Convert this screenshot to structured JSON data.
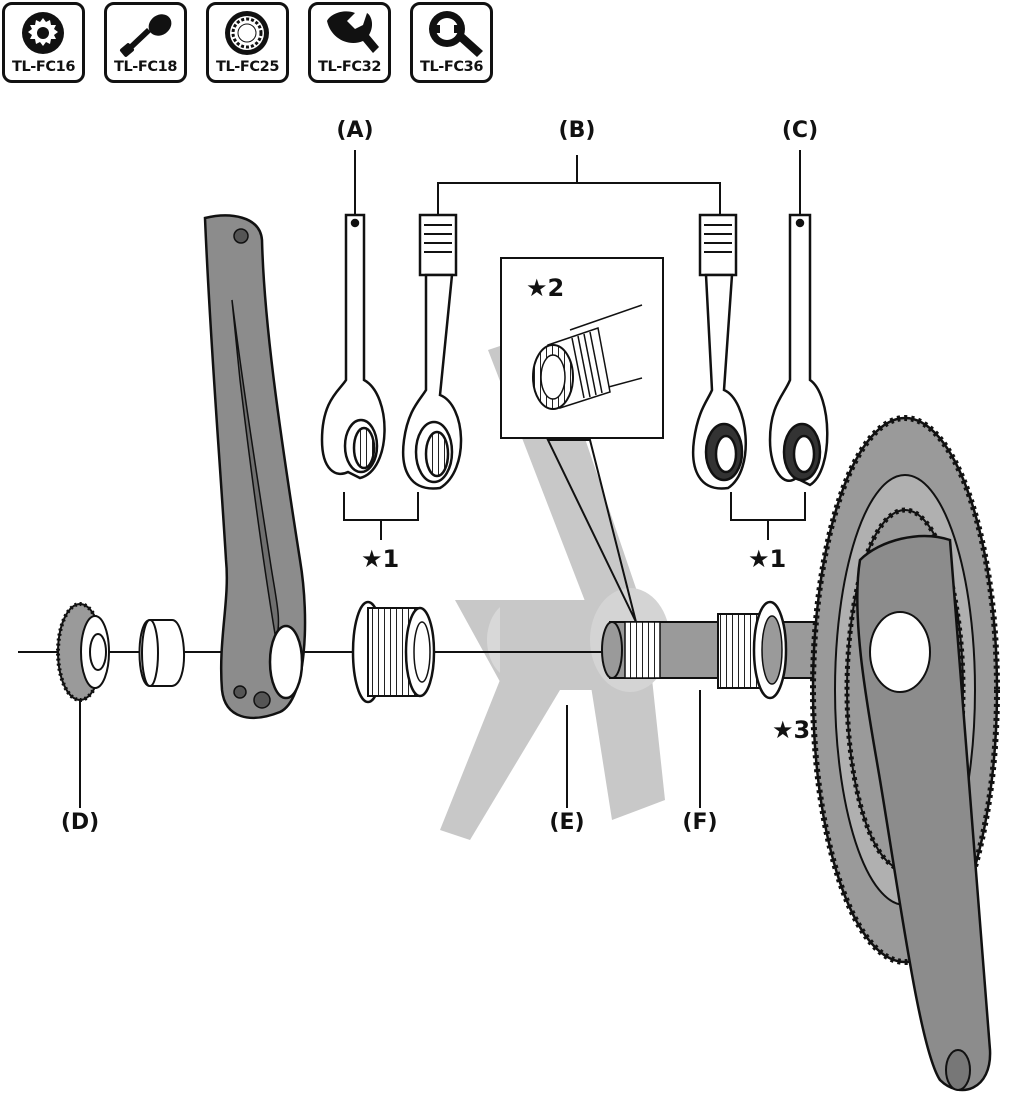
{
  "tools": [
    {
      "label": "TL-FC16",
      "icon": "splined-cap-tool-icon"
    },
    {
      "label": "TL-FC18",
      "icon": "cap-wrench-handle-icon"
    },
    {
      "label": "TL-FC25",
      "icon": "cup-adapter-ring-icon"
    },
    {
      "label": "TL-FC32",
      "icon": "hook-wrench-icon"
    },
    {
      "label": "TL-FC36",
      "icon": "bb-cup-wrench-icon"
    }
  ],
  "labels": {
    "a": "(A)",
    "b": "(B)",
    "c": "(C)",
    "d": "(D)",
    "e": "(E)",
    "f": "(F)"
  },
  "stars": {
    "s1_left": "★1",
    "s1_right": "★1",
    "s2": "★2",
    "s3": "★3"
  },
  "colors": {
    "frame_gray": "#c8c8c8",
    "part_gray": "#9a9a9a",
    "crank_dark": "#8c8c8c",
    "line": "#111111"
  }
}
